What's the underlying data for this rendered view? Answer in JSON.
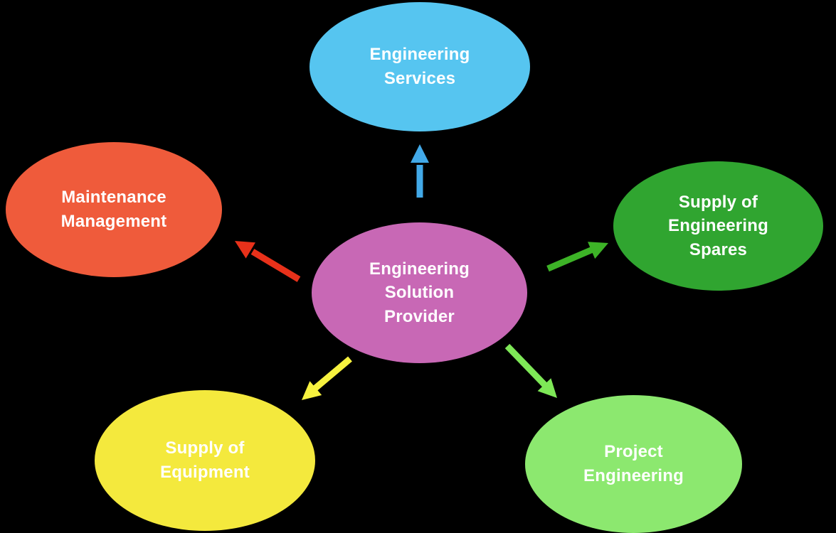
{
  "canvas": {
    "background": "#000000",
    "text_color": "#FFFFFF"
  },
  "nodes": {
    "center": {
      "label": "Engineering\nSolution\nProvider",
      "color": "#C868B5"
    },
    "services": {
      "label": "Engineering\nServices",
      "color": "#56C5F0"
    },
    "maintenance": {
      "label": "Maintenance\nManagement",
      "color": "#EF5B3B"
    },
    "spares": {
      "label": "Supply of\nEngineering\nSpares",
      "color": "#30A530"
    },
    "equipment": {
      "label": "Supply of\nEquipment",
      "color": "#F4E93D"
    },
    "project": {
      "label": "Project\nEngineering",
      "color": "#8CE86F"
    }
  },
  "arrows": {
    "up": {
      "name": "arrow-to-engineering-services",
      "color": "#42A9E8"
    },
    "left": {
      "name": "arrow-to-maintenance-management",
      "color": "#E8311A"
    },
    "right": {
      "name": "arrow-to-supply-of-spares",
      "color": "#3DB327"
    },
    "down_left": {
      "name": "arrow-to-supply-of-equipment",
      "color": "#F7F23F"
    },
    "down_right": {
      "name": "arrow-to-project-engineering",
      "color": "#7EE857"
    }
  }
}
